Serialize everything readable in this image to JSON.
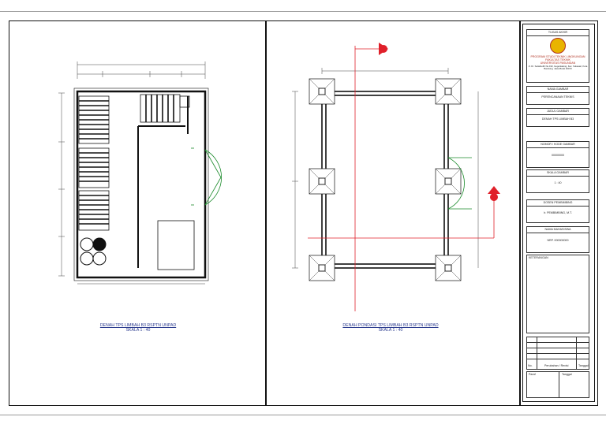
{
  "left_drawing": {
    "title": "DENAH TPS LIMBAH B3 RSPTN UNPAD",
    "scale": "SKALA 1 : 40"
  },
  "right_drawing": {
    "title": "DENAH PONDASI TPS LIMBAH B3 RSPTN UNPAD",
    "scale": "SKALA 1 : 40",
    "section_mark_color": "#e0202a"
  },
  "title_block": {
    "header": "TUGAS AKHIR",
    "institution_lines": [
      "PROGRAM STUDI TEKNIK LINGKUNGAN",
      "FAKULTAS TEKNIK",
      "UNIVERSITAS PASUNDAN"
    ],
    "address": "Jl. Dr. Setiabudhi No.193, Gegerkalong, Kec. Sukasari, Kota Bandung, Jawa Barat 40153",
    "sections": [
      {
        "label": "NAMA GAMBAR",
        "value": "PERENCANAAN TEKNIS"
      },
      {
        "label": "JUDUL GAMBAR",
        "value": "DENAH TPS LIMBAH B3"
      },
      {
        "label": "NOMOR / KODE GAMBAR",
        "value": "00000000"
      },
      {
        "label": "SKALA GAMBAR",
        "value": "1 : 40"
      },
      {
        "label": "DOSEN PEMBIMBING",
        "value": "Ir. PEMBIMBING, M.T."
      },
      {
        "label": "NAMA MAHASISWA",
        "value": "NRP. 000000000"
      },
      {
        "label": "KETERANGAN",
        "value": ""
      }
    ],
    "revision_headers": [
      "No.",
      "Perubahan / Revisi",
      "Tanggal"
    ],
    "sign_labels": [
      "Paraf",
      "Tanggal"
    ]
  }
}
